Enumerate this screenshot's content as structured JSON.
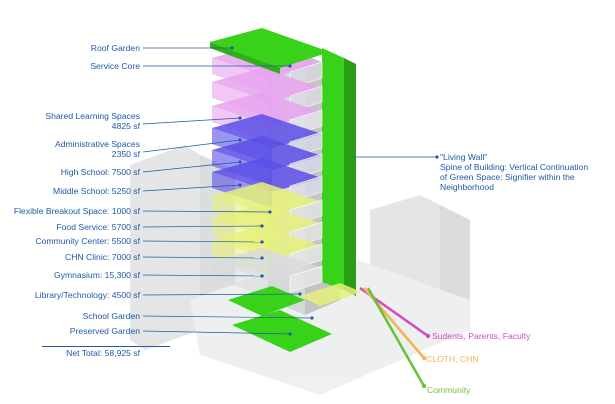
{
  "left_labels": [
    {
      "id": "roof-garden",
      "lines": [
        "Roof Garden"
      ]
    },
    {
      "id": "service-core",
      "lines": [
        "Service Core"
      ]
    },
    {
      "id": "shared-learning",
      "lines": [
        "Shared Learning Spaces",
        "4825 sf"
      ]
    },
    {
      "id": "administrative",
      "lines": [
        "Administrative Spaces",
        "2350 sf"
      ]
    },
    {
      "id": "high-school",
      "lines": [
        "High School: 7500 sf"
      ]
    },
    {
      "id": "middle-school",
      "lines": [
        "Middle School: 5250 sf"
      ]
    },
    {
      "id": "flexible-breakout",
      "lines": [
        "Flexible Breakout Space: 1000 sf"
      ]
    },
    {
      "id": "food-service",
      "lines": [
        "Food Service: 5700 sf"
      ]
    },
    {
      "id": "community-center",
      "lines": [
        "Community Center: 5500 sf"
      ]
    },
    {
      "id": "chn-clinic",
      "lines": [
        "CHN Clinic: 7000 sf"
      ]
    },
    {
      "id": "gymnasium",
      "lines": [
        "Gymnasium: 15,300 sf"
      ]
    },
    {
      "id": "library",
      "lines": [
        "Library/Technology: 4500 sf"
      ]
    },
    {
      "id": "school-garden",
      "lines": [
        "School Garden"
      ]
    },
    {
      "id": "preserved-garden",
      "lines": [
        "Preserved Garden"
      ]
    }
  ],
  "net_total": "Net Total: 58,925 sf",
  "living_wall": {
    "title": "\"Living Wall\"",
    "lines": [
      "Spine of Building: Vertical Continuation",
      "of Green Space: Signifier within the",
      "Neighborhood"
    ]
  },
  "entries": [
    {
      "id": "students",
      "label": "Sudents, Parents, Faculty",
      "color": "#d24bc6"
    },
    {
      "id": "cloth",
      "label": "CLOTH, CHN",
      "color": "#f2b45a"
    },
    {
      "id": "community",
      "label": "Community",
      "color": "#6cc23a"
    }
  ],
  "colors": {
    "label_text": "#1f5aa6",
    "green": "#39d21a",
    "purple": "#5a4de8",
    "pink": "#e8a2ef",
    "yellow": "#e6f07a"
  }
}
